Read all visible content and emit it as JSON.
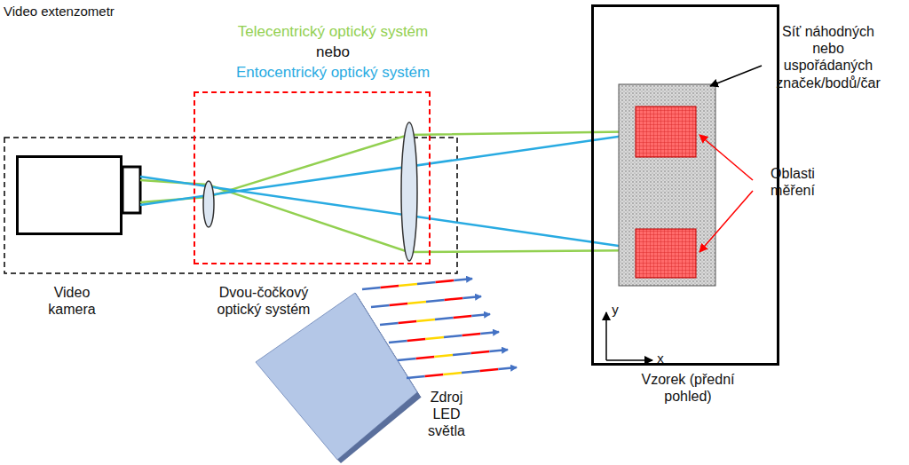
{
  "diagram": {
    "title": "Video extenzometr",
    "nodes": [
      {
        "text": [
          "Video kamera"
        ]
      },
      {
        "text": [
          "Dvou-čočkový optický systém"
        ]
      },
      {
        "text": [
          "Zdroj LED světla"
        ]
      },
      {
        "text": [
          "Vzorek (přední pohled)"
        ]
      }
    ],
    "labels": [
      "Telecentrický optický systém",
      "nebo",
      "Entocentrický optický systém",
      "Síť náhodných nebo uspořádaných značek/bodů/čar",
      "Oblasti měření",
      "y",
      "x"
    ]
  }
}
